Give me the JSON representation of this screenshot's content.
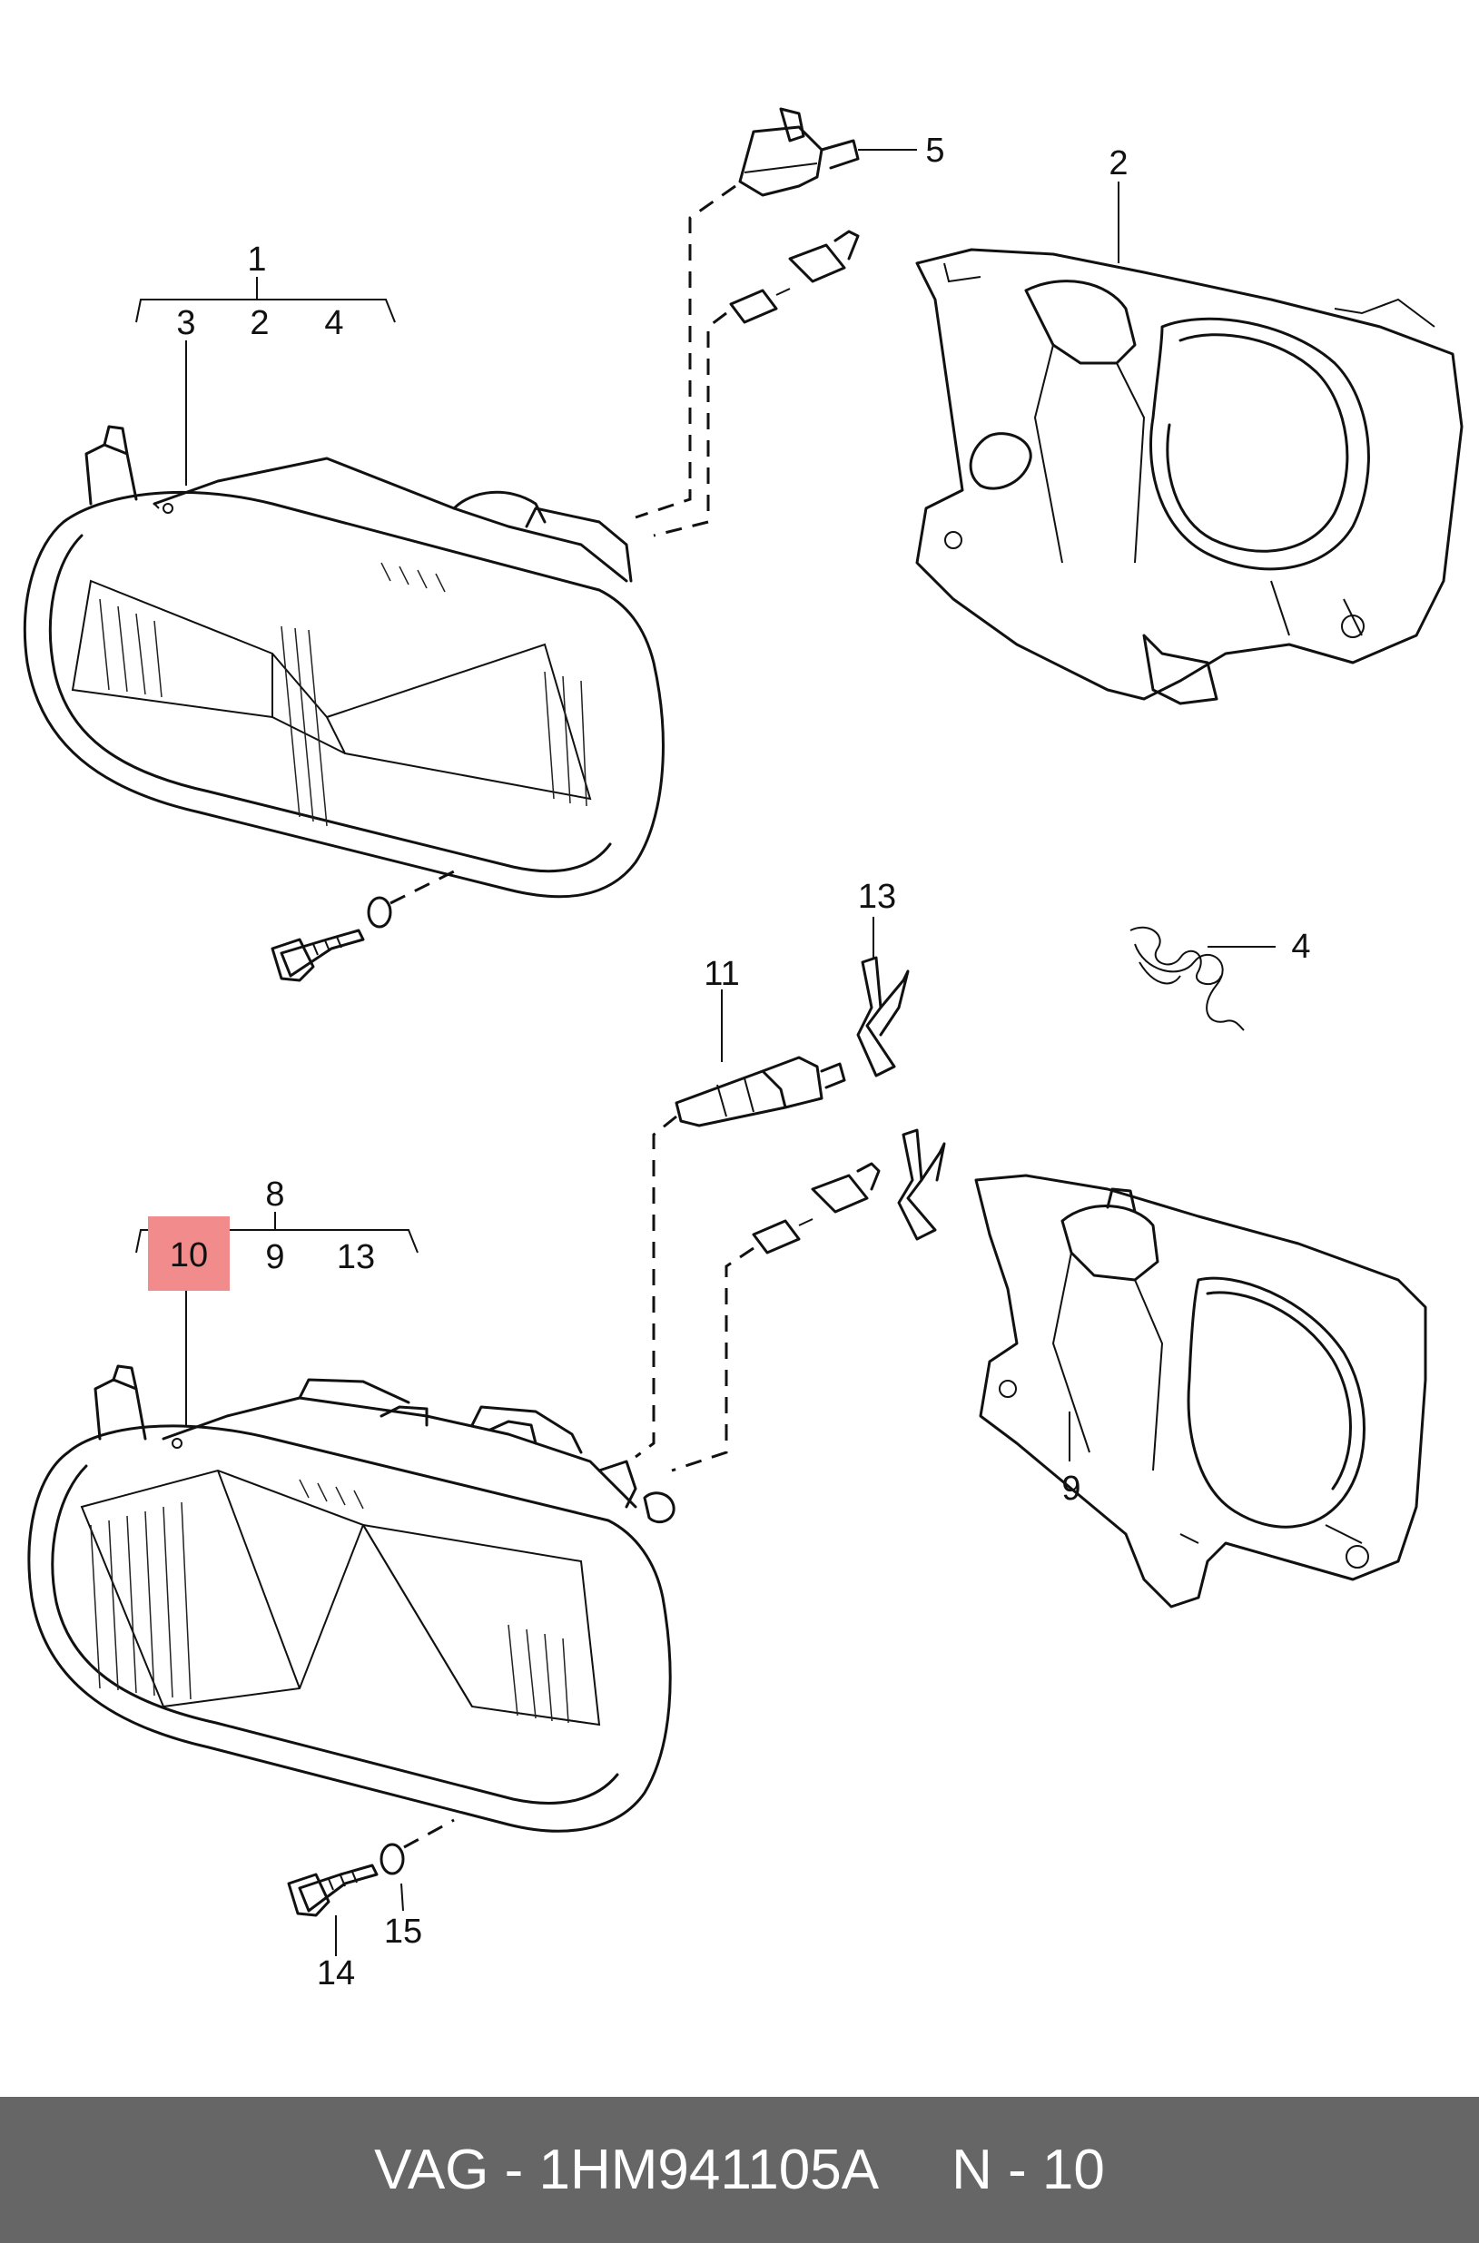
{
  "footer": {
    "part_ref": "VAG - 1HM941105A",
    "page_ref": "N - 10"
  },
  "highlight_color": "#f28b8b",
  "footer_color": "#666666",
  "callouts": {
    "c1": "1",
    "c3_top": "3",
    "c2_top": "2",
    "c4_top": "4",
    "c5": "5",
    "c2_housing": "2",
    "c13_clip": "13",
    "c11": "11",
    "c4_wire": "4",
    "c8": "8",
    "c10": "10",
    "c9_sub": "9",
    "c13_sub": "13",
    "c9_housing": "9",
    "c15": "15",
    "c14": "14"
  }
}
